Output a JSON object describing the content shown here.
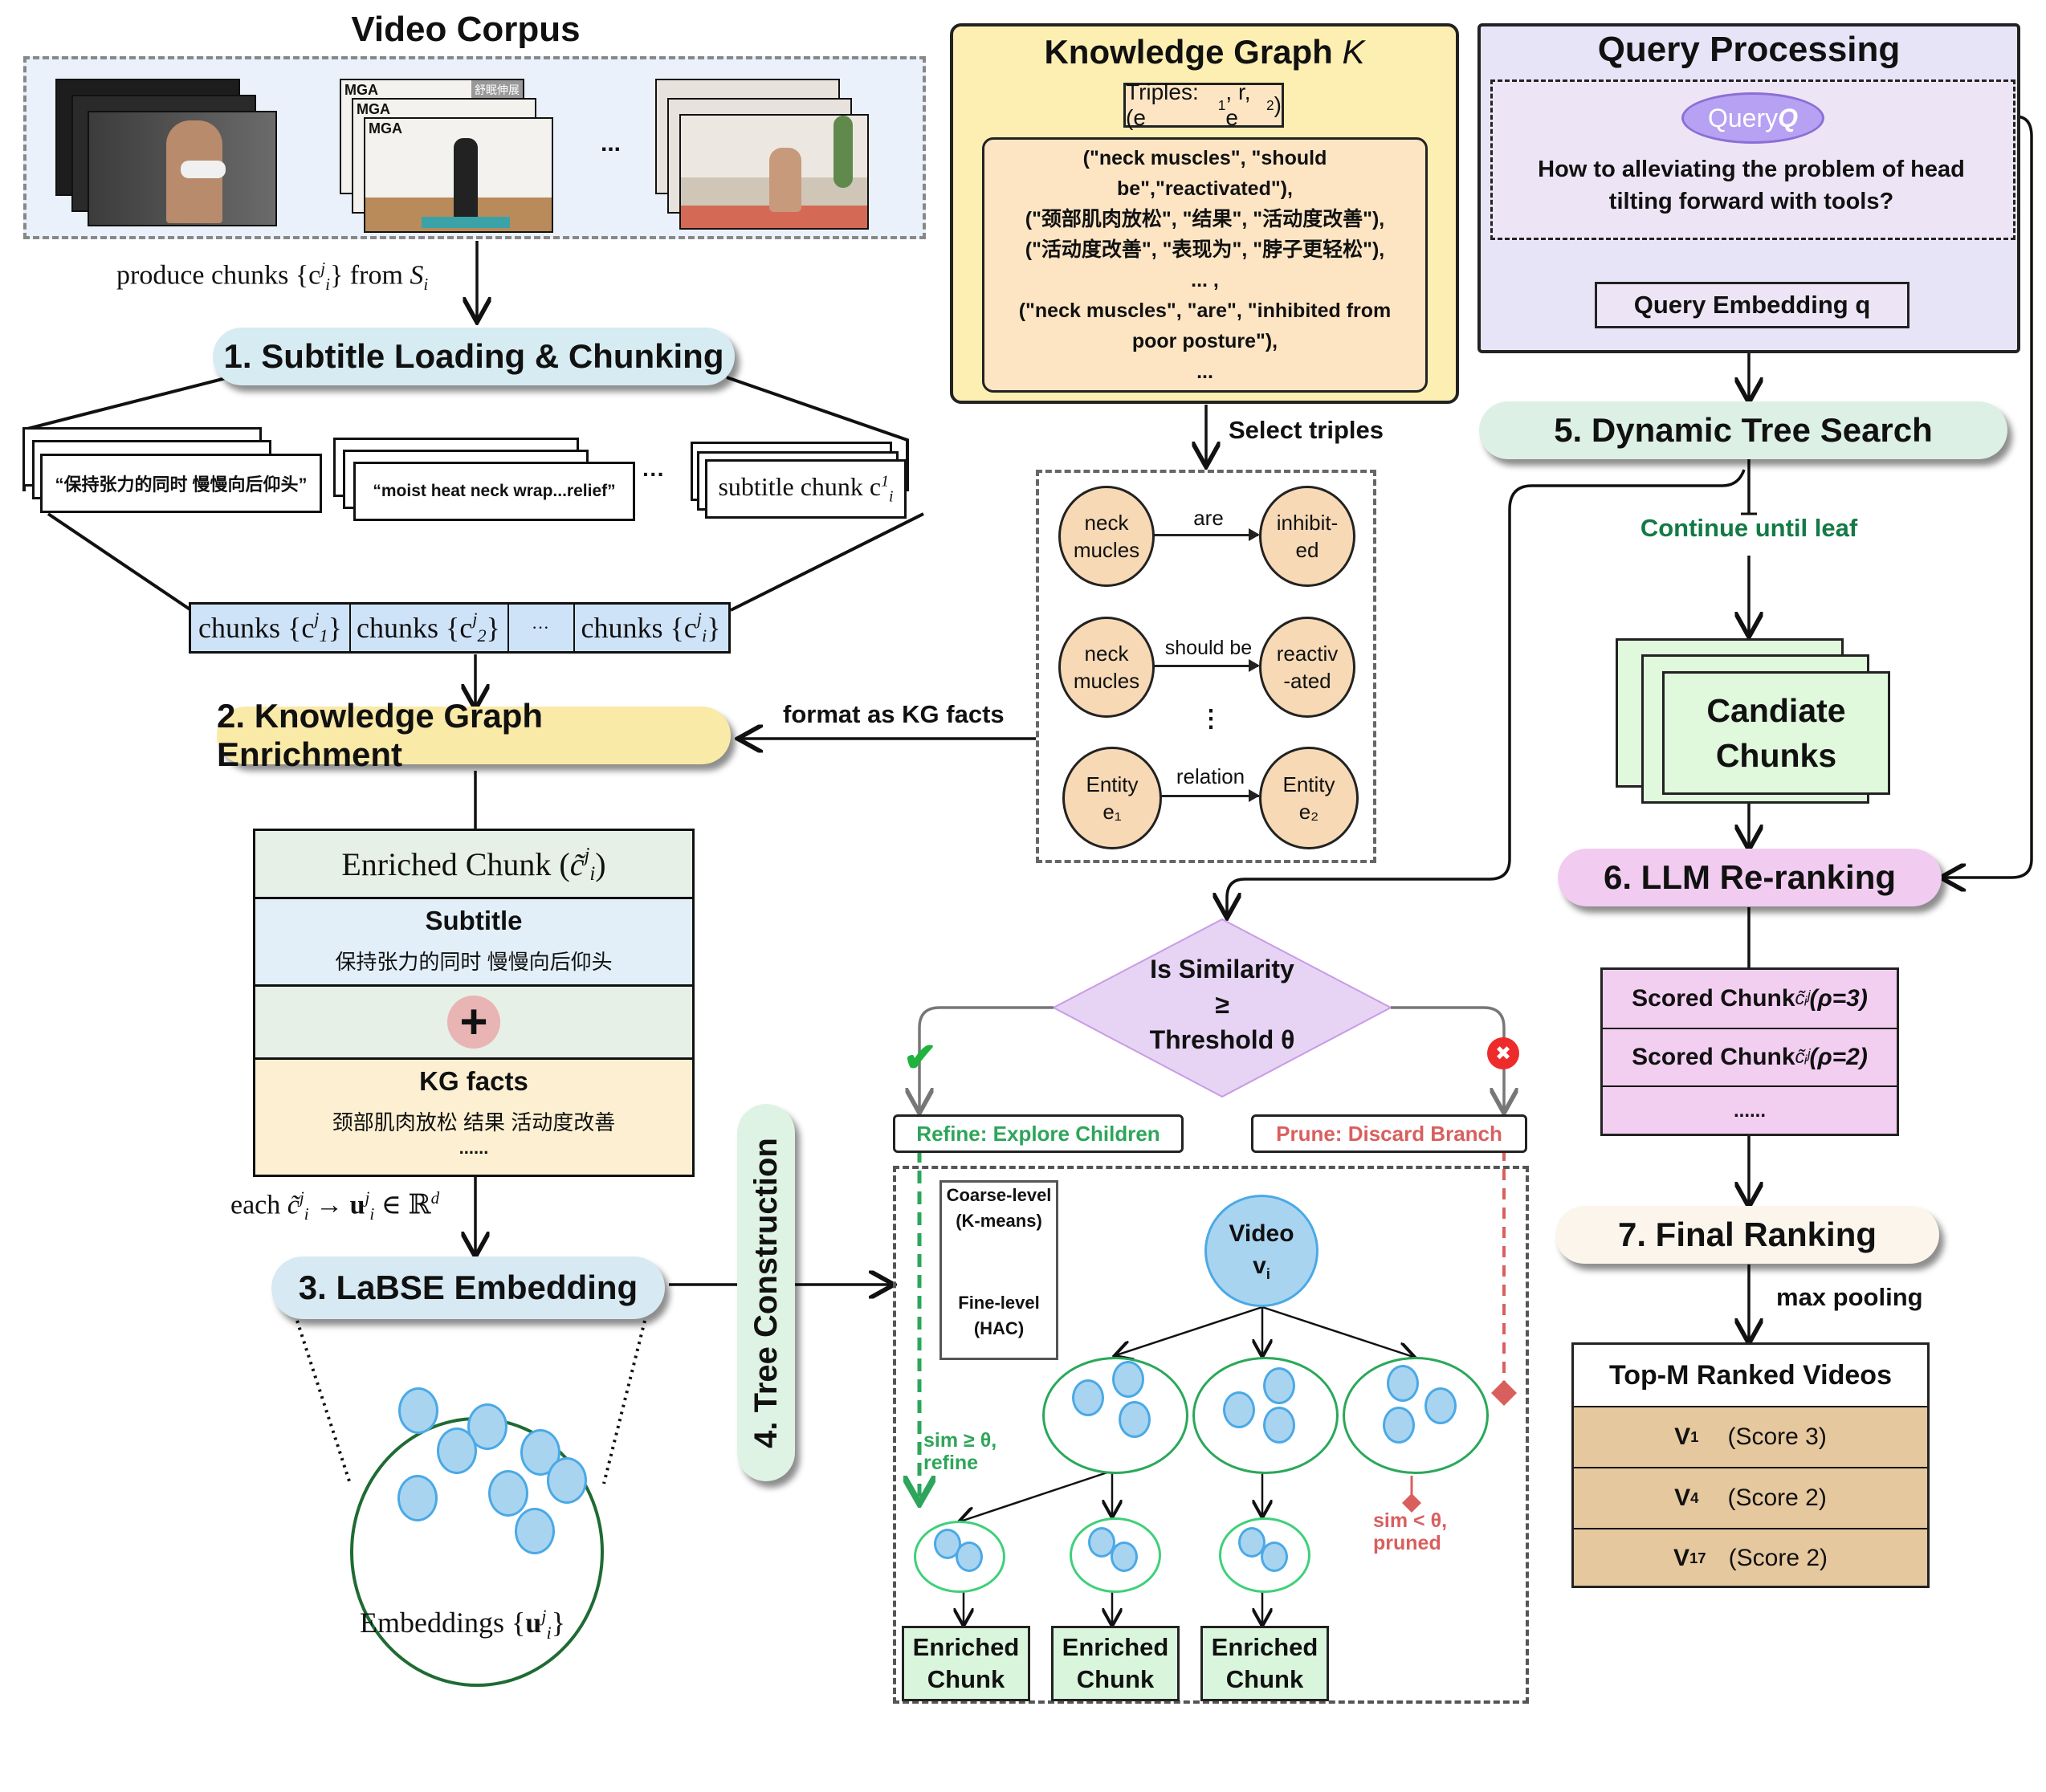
{
  "video_corpus": {
    "title": "Video Corpus",
    "ellipsis": "...",
    "thumbnail_groups": [
      {
        "name": "towel-neck-stretch",
        "overlay_texts": []
      },
      {
        "name": "mga-band-exercise",
        "overlay_texts": [
          "MGA",
          "MGA",
          "MGA",
          "舒眠伸展"
        ]
      },
      {
        "name": "yoga-stretch-living-room",
        "overlay_texts": []
      }
    ],
    "arrow_label_prefix": "produce chunks ",
    "arrow_label_math": "{c",
    "arrow_label_sup": "j",
    "arrow_label_sub": "i",
    "arrow_label_close": "}",
    "arrow_label_suffix": " from ",
    "arrow_label_source": "S",
    "arrow_label_source_sub": "i"
  },
  "step1": {
    "label": "1. Subtitle Loading & Chunking",
    "subtitle_examples": [
      "“保持张力的同时 慢慢向后仰头”",
      "“moist heat neck wrap...relief”",
      "subtitle chunk c"
    ],
    "subtitle_chunk_sup": "1",
    "subtitle_chunk_sub": "i",
    "ellipsis": "···",
    "chunks": [
      {
        "prefix": "chunks {c",
        "sup": "j",
        "sub": "1",
        "suffix": "}"
      },
      {
        "prefix": "chunks {c",
        "sup": "j",
        "sub": "2",
        "suffix": "}"
      },
      {
        "prefix": "···",
        "sup": "",
        "sub": "",
        "suffix": ""
      },
      {
        "prefix": "chunks {c",
        "sup": "j",
        "sub": "i",
        "suffix": "}"
      }
    ]
  },
  "knowledge_graph": {
    "title": "Knowledge Graph ",
    "title_symbol": "K",
    "triples_label_prefix": "Triples: (e",
    "triples_label_sub1": "1",
    "triples_label_mid": ", r, e",
    "triples_label_sub2": "2",
    "triples_label_suffix": ")",
    "triples": [
      "(\"neck muscles\", \"should",
      "be\",\"reactivated\"),",
      "(\"颈部肌肉放松\", \"结果\", \"活动度改善\"),",
      "(\"活动度改善\", \"表现为\", \"脖子更轻松\"),",
      "... ,",
      "(\"neck muscles\", \"are\", \"inhibited from",
      "poor posture\"),",
      "..."
    ],
    "select_label": "Select triples",
    "format_label": "format as KG facts",
    "graph_rows": [
      {
        "head": "neck\nmucles",
        "relation": "are",
        "tail": "inhibit-\ned"
      },
      {
        "head": "neck\nmucles",
        "relation": "should be",
        "tail": "reactiv\n-ated"
      },
      {
        "head": "Entity\ne₁",
        "relation": "relation",
        "tail": "Entity\ne₂"
      }
    ],
    "vertical_ellipsis": "⋮"
  },
  "step2": {
    "label": "2. Knowledge Graph Enrichment",
    "enriched_title_prefix": "Enriched Chunk (",
    "enriched_title_symbol": "c̃",
    "enriched_title_sup": "j",
    "enriched_title_sub": "i",
    "enriched_title_suffix": ")",
    "subtitle_heading": "Subtitle",
    "subtitle_text": "保持张力的同时 慢慢向后仰头",
    "plus_symbol": "+",
    "kg_heading": "KG facts",
    "kg_text": "颈部肌肉放松 结果 活动度改善",
    "kg_more": "......",
    "arrow_label_prefix": "each ",
    "arrow_label_c": "c̃",
    "arrow_label_arrow": " → ",
    "arrow_label_u": "u",
    "arrow_label_in": " ∈ ℝ",
    "arrow_label_d": "d"
  },
  "step3": {
    "label": "3. LaBSE Embedding",
    "embeddings_label_prefix": "Embeddings {",
    "embeddings_label_u": "u",
    "embeddings_label_sup": "j",
    "embeddings_label_sub": "i",
    "embeddings_label_suffix": "}"
  },
  "step4": {
    "label": "4. Tree Construction",
    "legend_coarse_1": "Coarse-level",
    "legend_coarse_2": "(K-means)",
    "legend_fine_1": "Fine-level",
    "legend_fine_2": "(HAC)",
    "root_label_1": "Video",
    "root_label_2": "v",
    "root_label_sub": "i",
    "refine_side_label_1": "sim ≥ θ,",
    "refine_side_label_2": "refine",
    "prune_side_label_1": "sim < θ,",
    "prune_side_label_2": "pruned",
    "leaf_boxes": [
      {
        "line1": "Enriched",
        "line2": "Chunk"
      },
      {
        "line1": "Enriched",
        "line2": "Chunk"
      },
      {
        "line1": "Enriched",
        "line2": "Chunk"
      }
    ]
  },
  "decision": {
    "line1": "Is Similarity",
    "line2": "≥",
    "line3": "Threshold θ",
    "yes_icon": "✔",
    "no_icon": "✖",
    "refine_label": "Refine: Explore Children",
    "prune_label": "Prune: Discard Branch"
  },
  "query_processing": {
    "title": "Query Processing",
    "query_pill_prefix": "Query ",
    "query_pill_symbol": "Q",
    "query_text_1": "How to alleviating the problem of head",
    "query_text_2": "tilting forward with tools?",
    "embedding_label": "Query Embedding q"
  },
  "step5": {
    "label": "5. Dynamic Tree Search",
    "continue_label": "Continue until leaf",
    "candidate_line1": "Candiate",
    "candidate_line2": "Chunks"
  },
  "step6": {
    "label": "6. LLM Re-ranking",
    "scored_chunks": [
      {
        "prefix": "Scored Chunk ",
        "symbol": "c̃ᵢʲ",
        "score_label": " (ρ=3)",
        "score": 3
      },
      {
        "prefix": "Scored Chunk ",
        "symbol": "c̃ᵢʲ",
        "score_label": " (ρ=2)",
        "score": 2
      },
      {
        "prefix": "......",
        "symbol": "",
        "score_label": "",
        "score": null
      }
    ]
  },
  "step7": {
    "label": "7. Final Ranking",
    "pool_label": "max pooling",
    "table_title": "Top-M Ranked Videos",
    "ranked_videos": [
      {
        "video": "V",
        "sub": "1",
        "score_text": "(Score 3)",
        "score": 3
      },
      {
        "video": "V",
        "sub": "4",
        "score_text": "(Score 2)",
        "score": 2
      },
      {
        "video": "V",
        "sub": "17",
        "score_text": "(Score 2)",
        "score": 2
      }
    ]
  },
  "colors": {
    "corpus_bg": "#eaf1fb",
    "kg_bg": "#fdefb2",
    "kg_inner_bg": "#fde5c4",
    "query_bg": "#e8e4f7",
    "query_pill": "#b6a1f2",
    "step1_pill": "#d6ebf2",
    "step2_pill": "#faeaa8",
    "step3_pill": "#d7e9f3",
    "step4_pill": "#dff3e4",
    "step5_pill": "#dcf0e6",
    "step6_pill": "#f1ccf0",
    "step7_pill": "#fbf5ec",
    "chunk_cells": "#cfe3f8",
    "enriched_header": "#e6f0e6",
    "subtitle_bg": "#e2eff9",
    "kg_facts_bg": "#fdf0d2",
    "decision_fill": "#e7d3f4",
    "refine_green": "#2ea55a",
    "prune_red": "#d95f5f",
    "candidate_bg": "#e0f8dc",
    "scored_bg": "#f2cef1",
    "ranked_bg": "#e6c89e",
    "continue_green": "#137a45"
  }
}
